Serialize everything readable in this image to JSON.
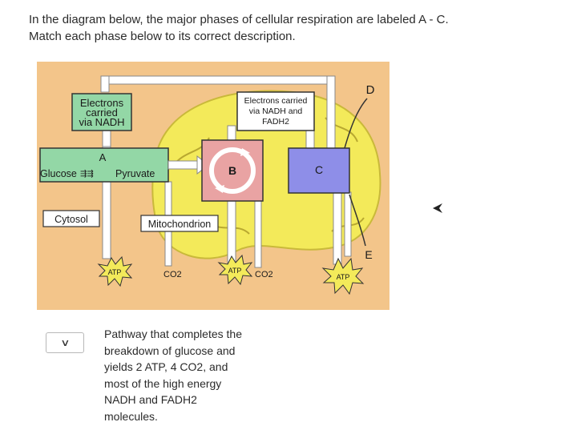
{
  "question": {
    "line1": "In the diagram below, the major phases of cellular respiration are labeled A - C.",
    "line2": "Match each phase below to its correct description."
  },
  "diagram": {
    "electrons_nadh_left": [
      "Electrons",
      "carried",
      "via NADH"
    ],
    "electrons_nadh_fadh": [
      "Electrons carried",
      "via NADH and",
      "FADH2"
    ],
    "label_a": "A",
    "label_b": "B",
    "label_c": "C",
    "label_d": "D",
    "label_e": "E",
    "glucose": "Glucose",
    "pyruvate": "Pyruvate",
    "cytosol": "Cytosol",
    "mitochondrion": "Mitochondrion",
    "atp_1": "ATP",
    "atp_2": "ATP",
    "atp_3": "ATP",
    "co2_1": "CO2",
    "co2_2": "CO2"
  },
  "answer": {
    "selected": "",
    "description_lines": [
      "Pathway that completes the",
      "breakdown of glucose and",
      "yields 2 ATP, 4 CO2, and",
      "most of the high energy",
      "NADH and FADH2",
      "molecules."
    ]
  },
  "colors": {
    "background": "#f3c58a",
    "mitochondrion": "#f3ea5a",
    "glycolysis_box": "#93d7a6",
    "krebs_box": "#e9a3a3",
    "etc_box": "#8e8ee8"
  }
}
